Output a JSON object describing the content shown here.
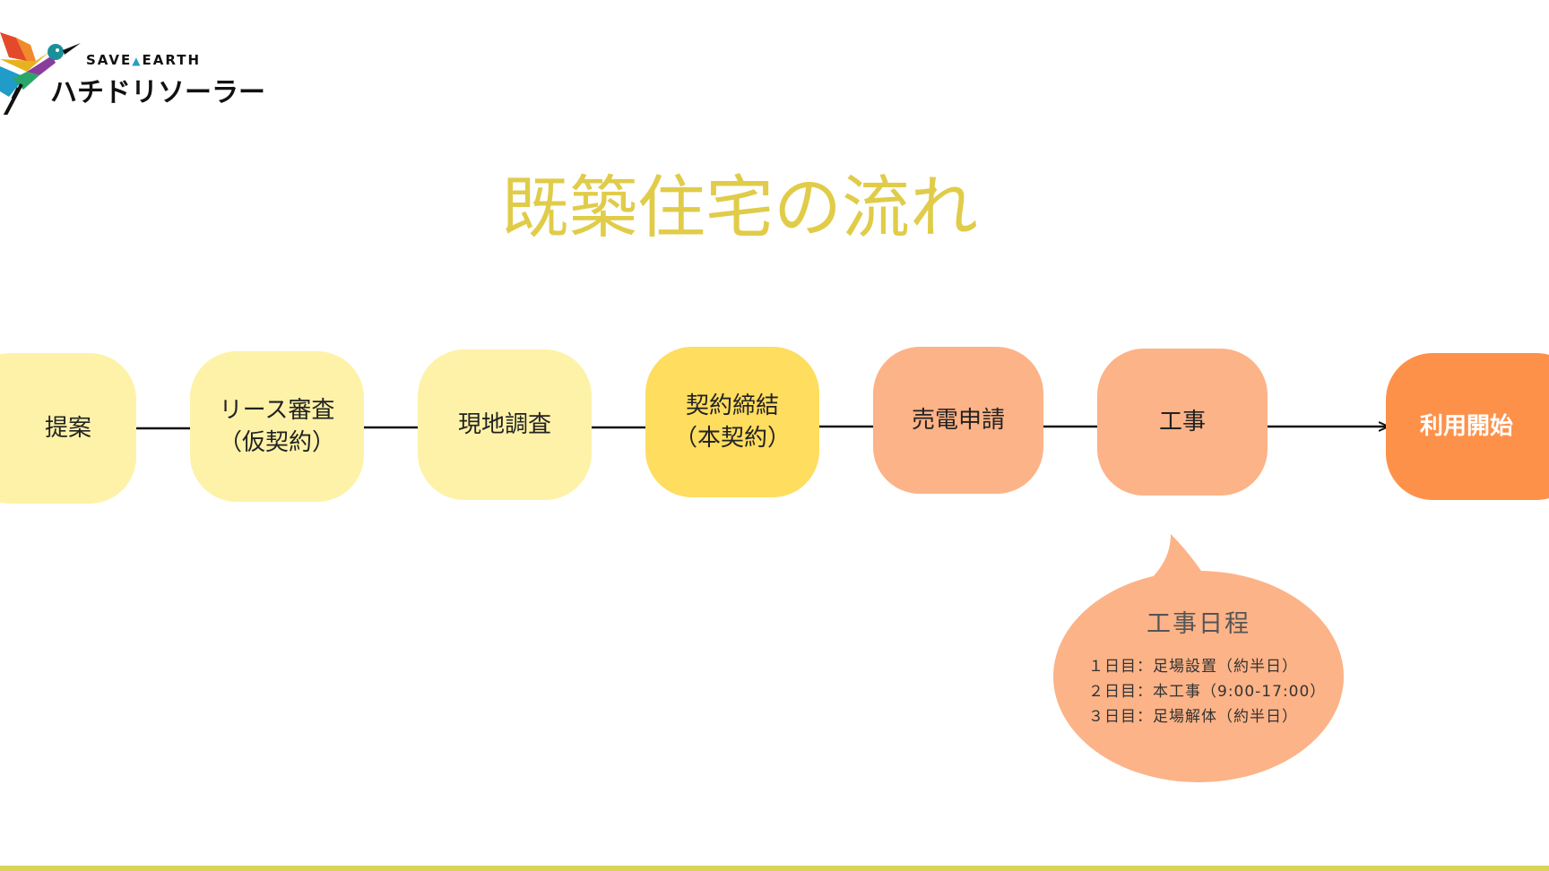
{
  "logo": {
    "top_text": "SAVE",
    "drop_text": "💧",
    "top_text2": "EARTH",
    "main_text": "ハチドリソーラー"
  },
  "title": "既築住宅の流れ",
  "colors": {
    "title": "#e0cc49",
    "light_yellow": "#fef2a8",
    "yellow": "#fedd5f",
    "peach": "#fcb387",
    "orange": "#fe914a",
    "bubble": "#fcb387",
    "bottom_rule": "#d9d35a"
  },
  "steps": [
    {
      "lines": [
        "提案"
      ]
    },
    {
      "lines": [
        "リース審査",
        "（仮契約）"
      ]
    },
    {
      "lines": [
        "現地調査"
      ]
    },
    {
      "lines": [
        "契約締結",
        "（本契約）"
      ]
    },
    {
      "lines": [
        "売電申請"
      ]
    },
    {
      "lines": [
        "工事"
      ]
    },
    {
      "lines": [
        "利用開始"
      ]
    }
  ],
  "schedule": {
    "title": "工事日程",
    "lines": [
      "１日目：足場設置（約半日）",
      "２日目：本工事（9:00-17:00）",
      "３日目：足場解体（約半日）"
    ]
  }
}
